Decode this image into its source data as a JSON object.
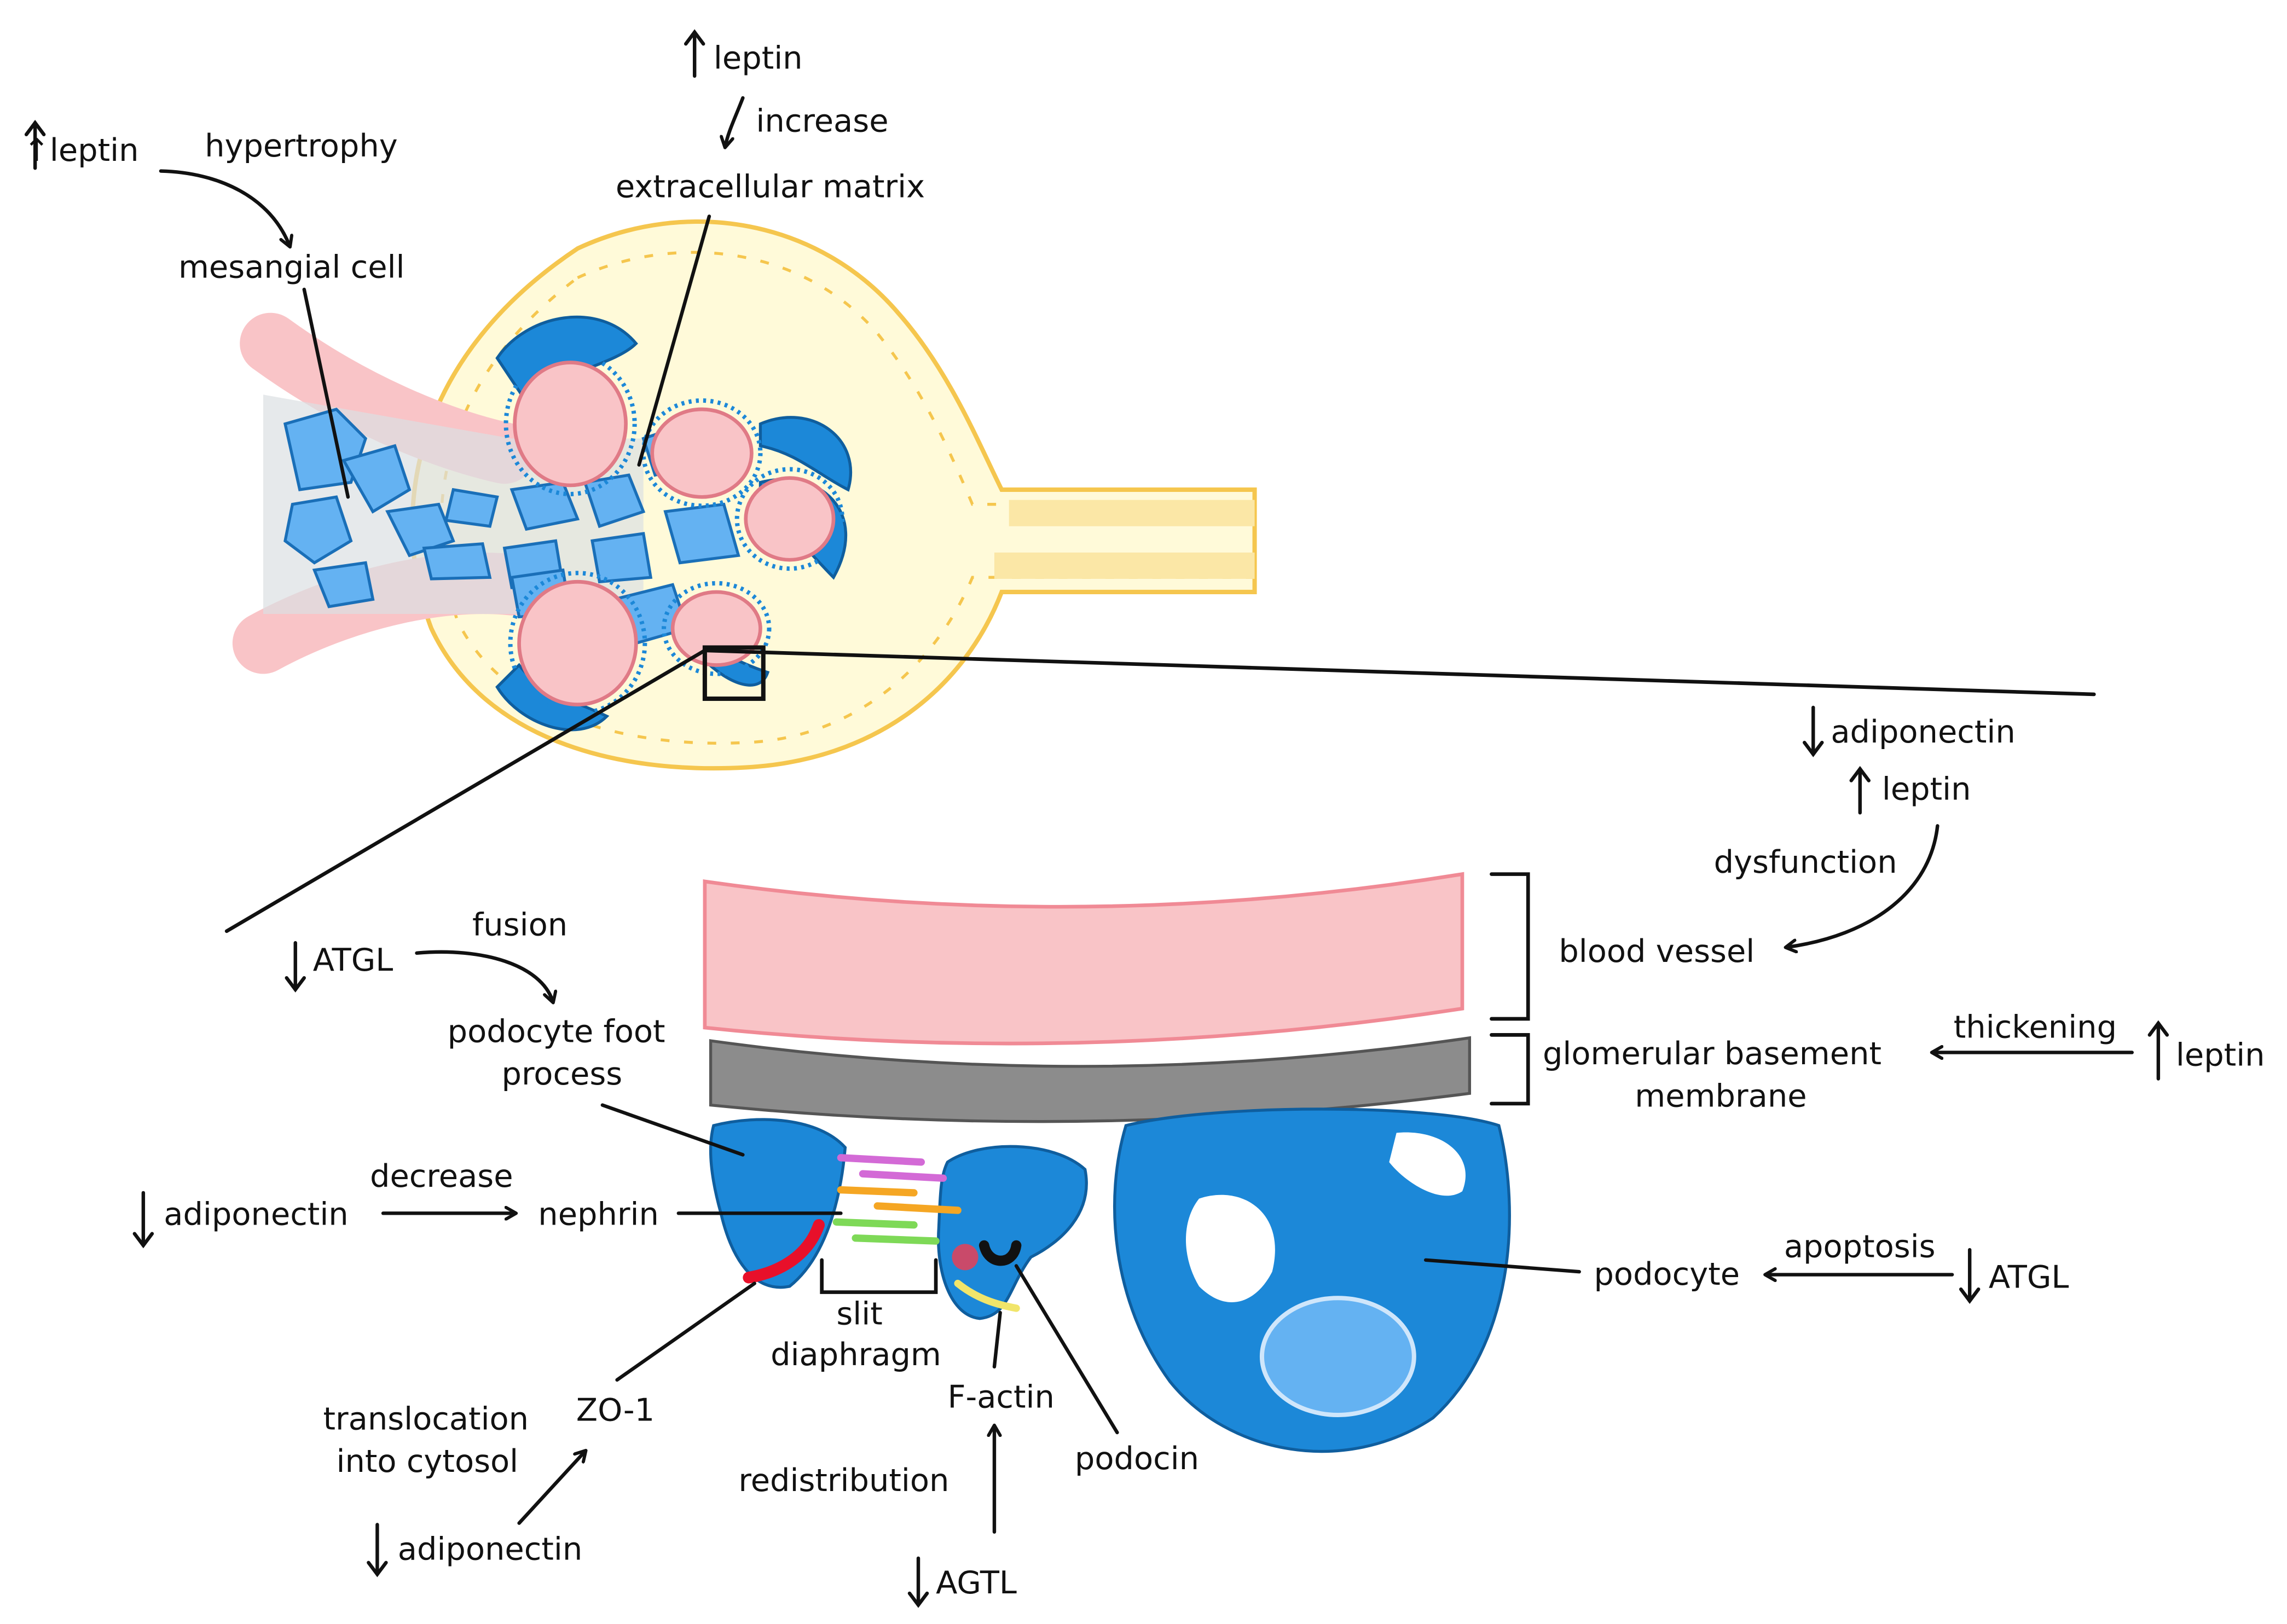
{
  "labels": {
    "leptin_hypertrophy": "↑leptin",
    "hypertrophy": "hypertrophy",
    "mesangial_cell": "mesangial cell",
    "leptin_top": "leptin",
    "increase": "increase",
    "extracellular_matrix": "extracellular matrix",
    "adiponectin_right": "adiponectin",
    "leptin_right": "leptin",
    "dysfunction": "dysfunction",
    "blood_vessel": "blood vessel",
    "atgl_fusion": "ATGL",
    "fusion": "fusion",
    "podocyte_foot_1": "podocyte foot",
    "podocyte_foot_2": "process",
    "thickening": "thickening",
    "leptin_gbm": "leptin",
    "gbm_1": "glomerular basement",
    "gbm_2": "membrane",
    "decrease": "decrease",
    "adiponectin_nephrin": "adiponectin",
    "nephrin": "nephrin",
    "apoptosis": "apoptosis",
    "podocyte": "podocyte",
    "atgl_podocyte": "ATGL",
    "slit_1": "slit",
    "slit_2": "diaphragm",
    "translocation_1": "translocation",
    "translocation_2": "into cytosol",
    "zo1": "ZO-1",
    "factin": "F-actin",
    "podocin": "podocin",
    "redistribution": "redistribution",
    "adiponectin_zo1": "adiponectin",
    "agtl": "AGTL"
  },
  "colors": {
    "vessel_pink": "#f9c4c7",
    "vessel_border": "#f08a95",
    "cell_blue": "#1c88d8",
    "cell_light": "#64b2f2",
    "capsule_yellow": "#fff9d6",
    "capsule_border": "#f5c64e",
    "membrane_gray": "#8c8c8c"
  }
}
